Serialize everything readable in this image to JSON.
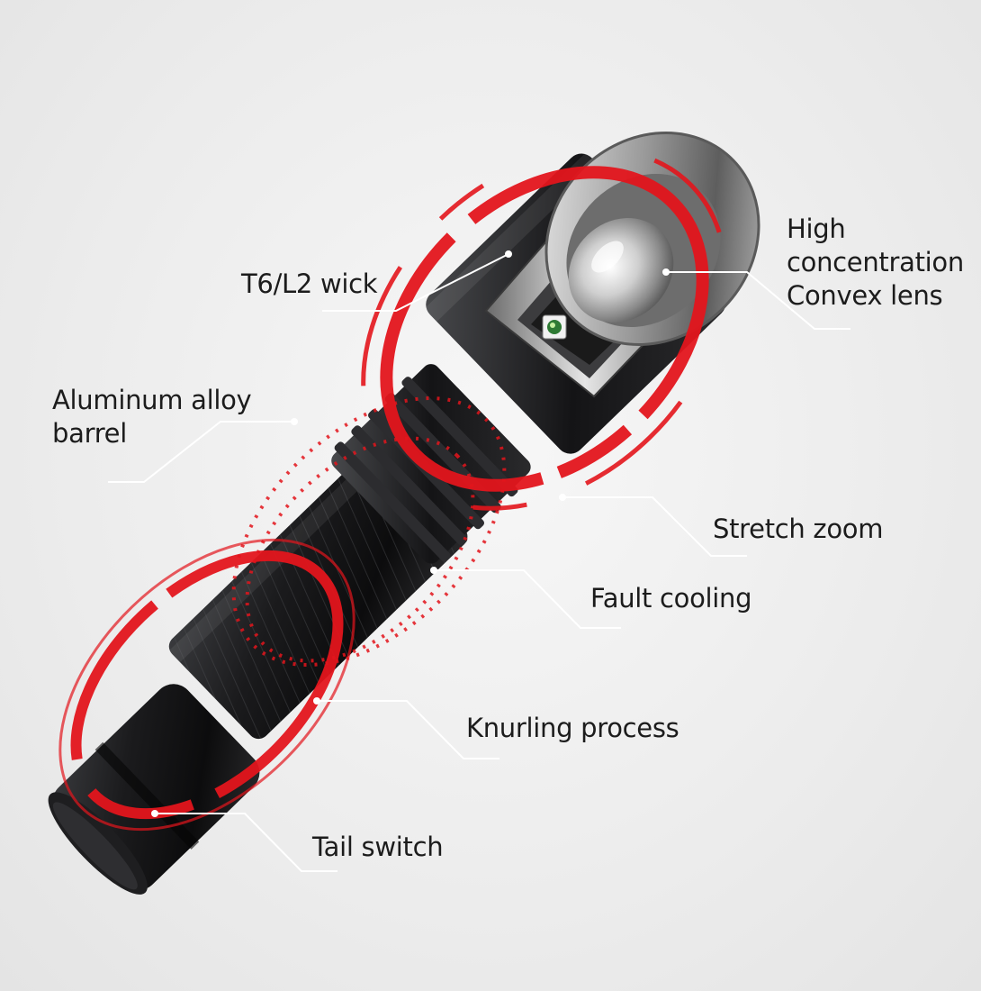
{
  "callouts": {
    "t6_wick": "T6/L2 wick",
    "lens": [
      "High",
      "concentration",
      "Convex lens"
    ],
    "barrel": [
      "Aluminum alloy",
      "barrel"
    ],
    "stretch_zoom": "Stretch zoom",
    "fault_cooling": "Fault cooling",
    "knurling": "Knurling process",
    "tail_switch": "Tail switch"
  },
  "colors": {
    "accent_red": "#e3151c",
    "body_dark": "#1b1b1d",
    "metal_light": "#d8d8d8",
    "leader_line": "#ffffff",
    "text": "#1c1c1c"
  }
}
